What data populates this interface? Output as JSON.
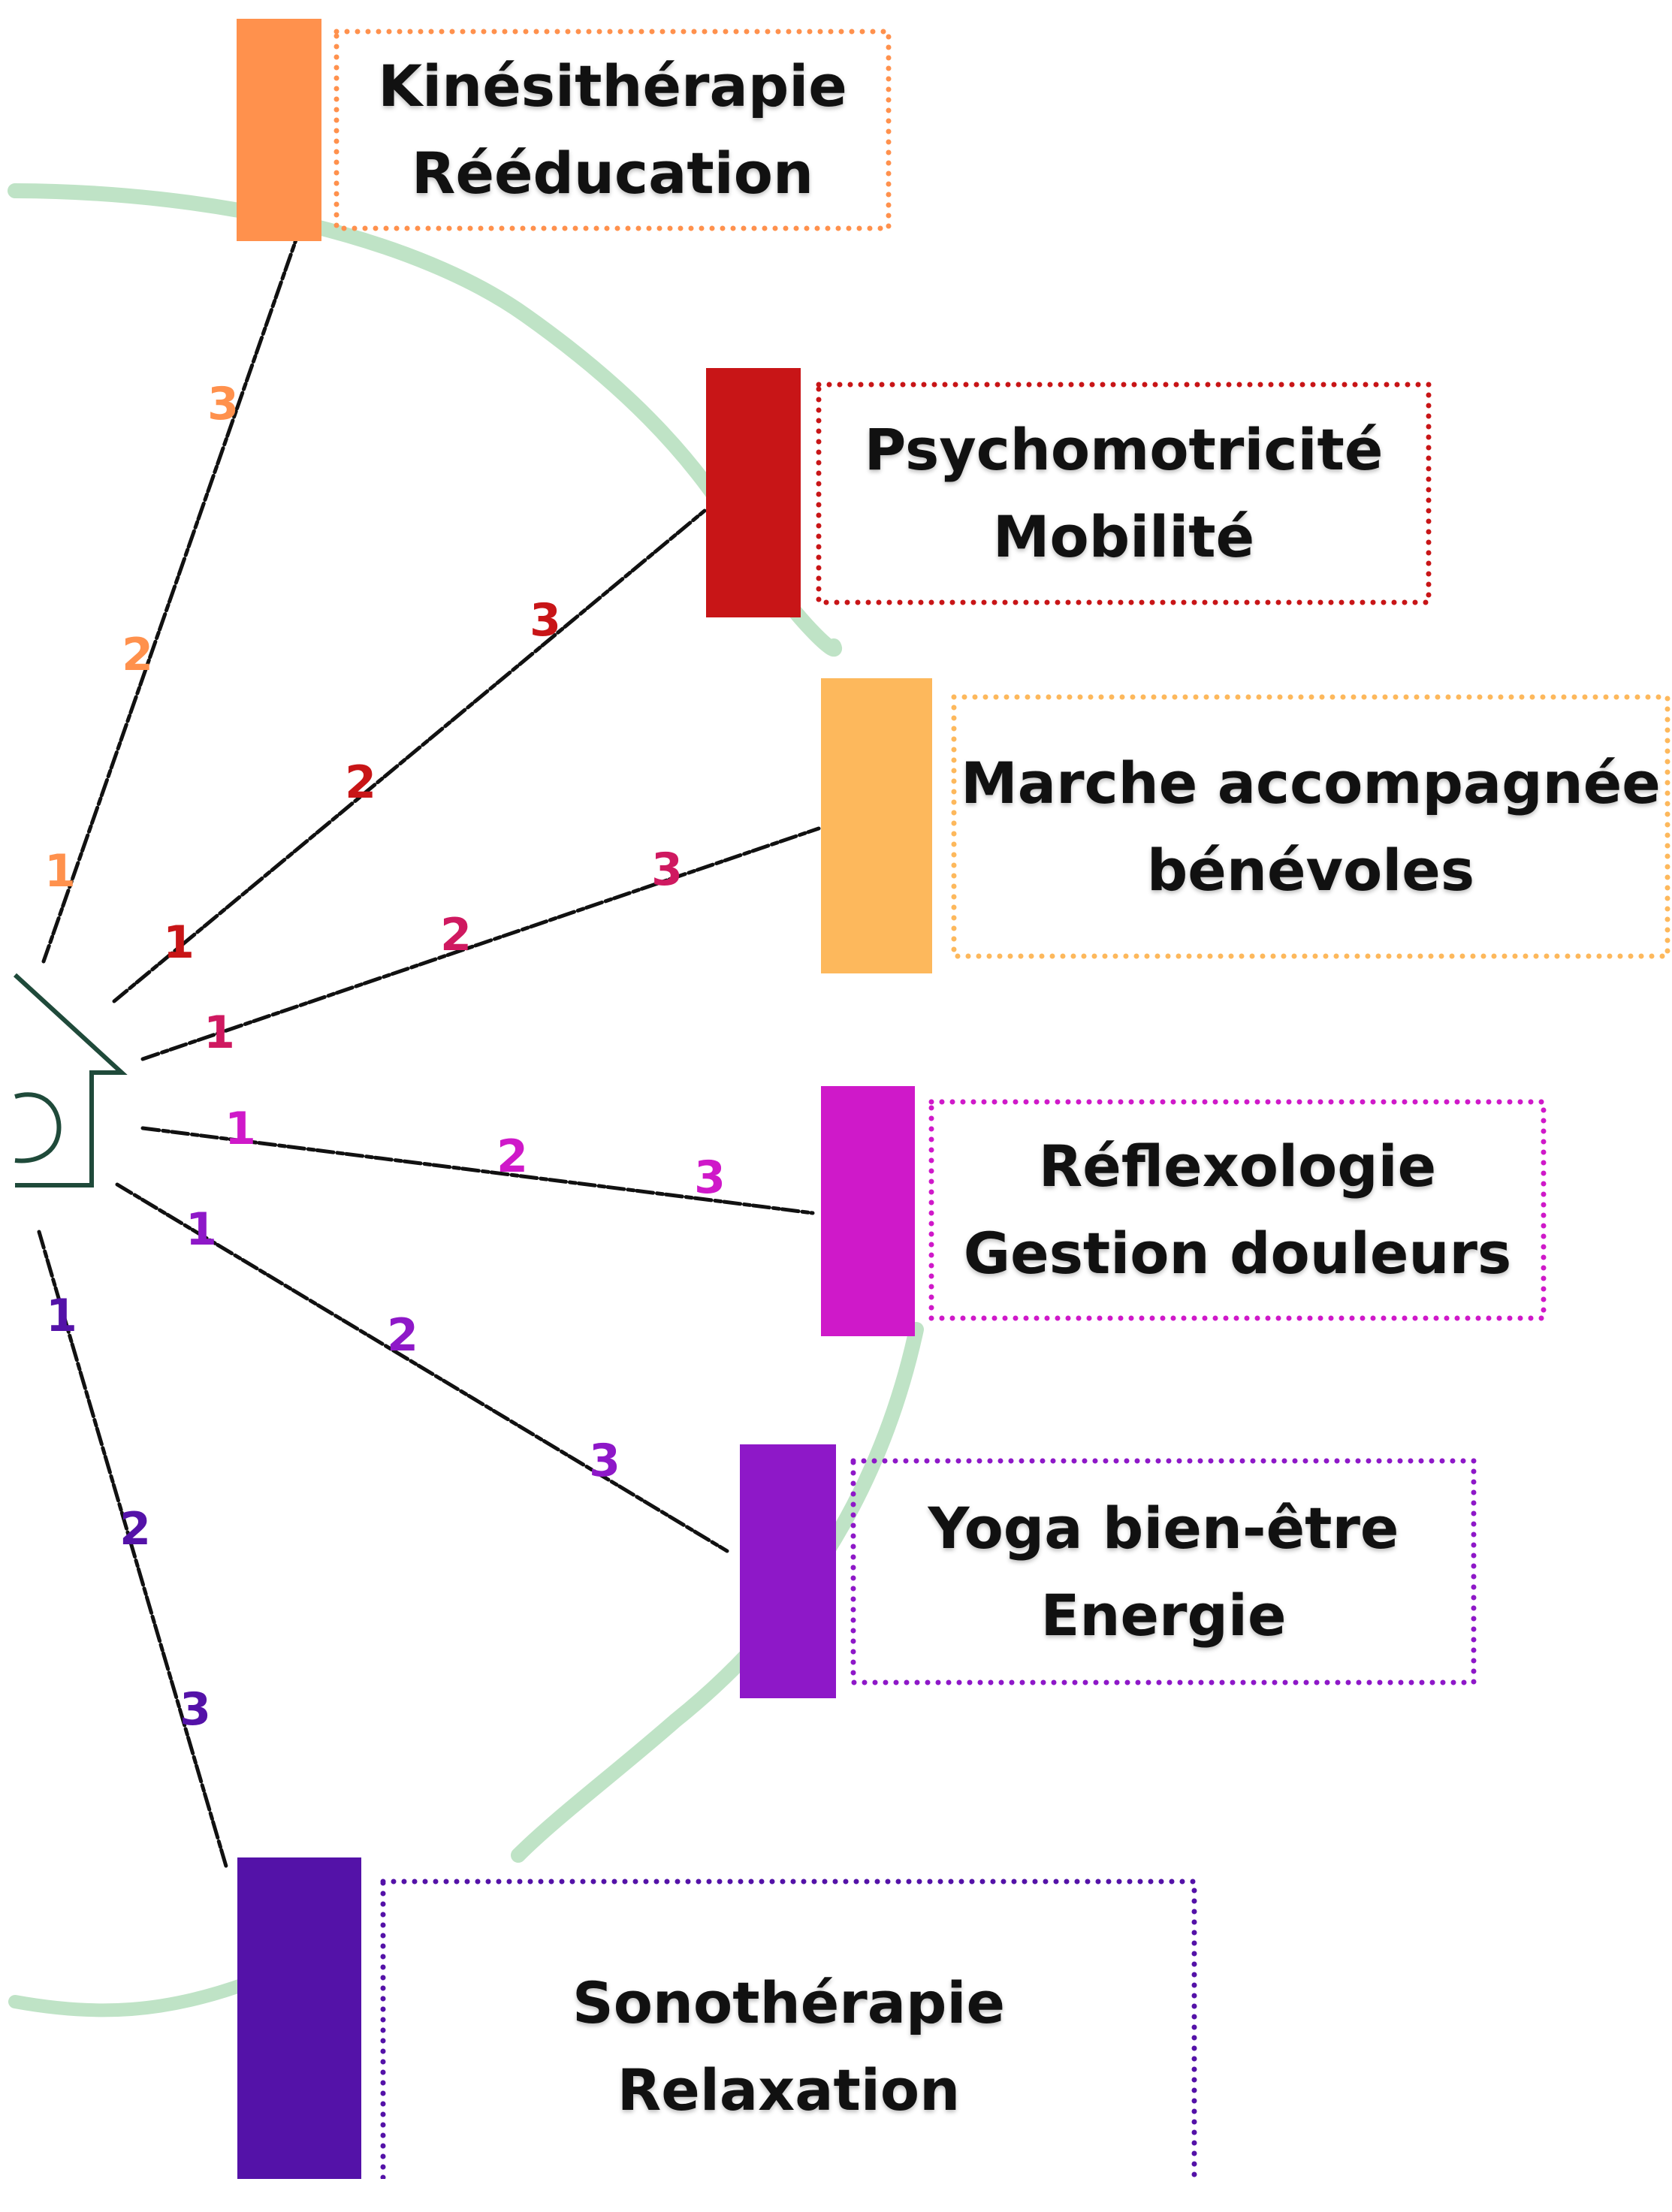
{
  "activities": [
    {
      "line1": "Kinésithérapie",
      "line2": "Rééducation",
      "color": "#FF914D",
      "steps": [
        "1",
        "2",
        "3"
      ]
    },
    {
      "line1": "Psychomotricité",
      "line2": "Mobilité",
      "color": "#C81517",
      "steps": [
        "1",
        "2",
        "3"
      ]
    },
    {
      "line1": "Marche accompagnée",
      "line2": "bénévoles",
      "color": "#FDB85C",
      "steps": [
        "1",
        "2",
        "3"
      ]
    },
    {
      "line1": "Réflexologie",
      "line2": "Gestion douleurs",
      "color": "#CF19C9",
      "steps": [
        "1",
        "2",
        "3"
      ]
    },
    {
      "line1": "Yoga bien-être",
      "line2": "Energie",
      "color": "#8E18C8",
      "steps": [
        "1",
        "2",
        "3"
      ]
    },
    {
      "line1": "Sonothérapie",
      "line2": "Relaxation",
      "color": "#5412A8",
      "steps": [
        "1",
        "2",
        "3"
      ]
    }
  ],
  "connector_step_colors": {
    "psychomotricite": [
      "#C81517",
      "#C81517",
      "#C81517"
    ],
    "marche": [
      "#CF1960",
      "#CF1960",
      "#CF1960"
    ],
    "reflexologie": [
      "#CF19C9",
      "#CF19C9",
      "#CF19C9"
    ]
  },
  "colors": {
    "arc": "#BFE3C6",
    "connector": "#111111",
    "house": "#1F4A3A"
  },
  "icons": {
    "home": "house-icon"
  }
}
